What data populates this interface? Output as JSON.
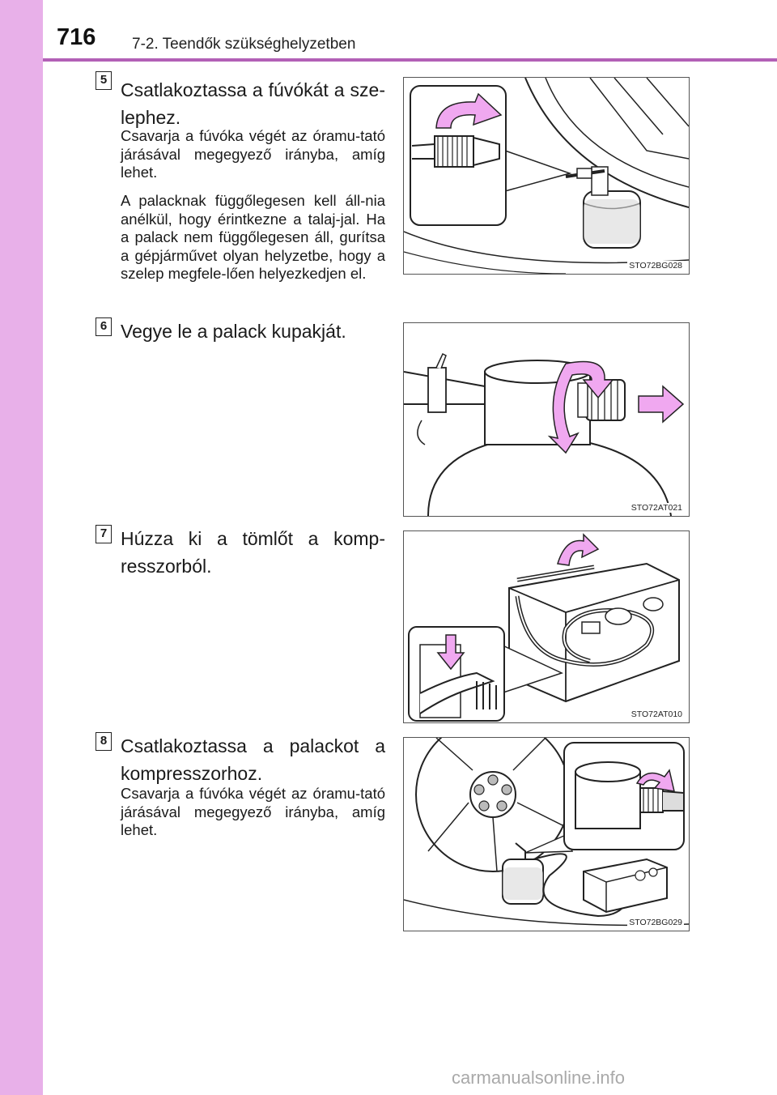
{
  "header": {
    "page_number": "716",
    "section_title": "7-2. Teendők szükséghelyzetben"
  },
  "steps": [
    {
      "number": "5",
      "heading": "Csatlakoztassa a fúvókát a sze-lephez.",
      "paragraphs": [
        "Csavarja a fúvóka végét az óramu-tató járásával megegyező irányba, amíg lehet.",
        "A palacknak függőlegesen kell áll-nia anélkül, hogy érintkezne a talaj-jal. Ha a palack nem függőlegesen áll, gurítsa a gépjárművet olyan helyzetbe, hogy a szelep megfele-lően helyezkedjen el."
      ],
      "figure_code": "STO72BG028"
    },
    {
      "number": "6",
      "heading": "Vegye le a palack kupakját.",
      "paragraphs": [],
      "figure_code": "STO72AT021"
    },
    {
      "number": "7",
      "heading": "Húzza ki a tömlőt a komp-resszorból.",
      "paragraphs": [],
      "figure_code": "STO72AT010"
    },
    {
      "number": "8",
      "heading": "Csatlakoztassa a palackot a kompresszorhoz.",
      "paragraphs": [
        "Csavarja a fúvóka végét az óramu-tató járásával megegyező irányba, amíg lehet."
      ],
      "figure_code": "STO72BG029"
    }
  ],
  "watermark": "carmanualsonline.info",
  "colors": {
    "side_band": "#e8b0e9",
    "header_rule": "#b260b6",
    "arrow_fill": "#f0a8f0"
  }
}
